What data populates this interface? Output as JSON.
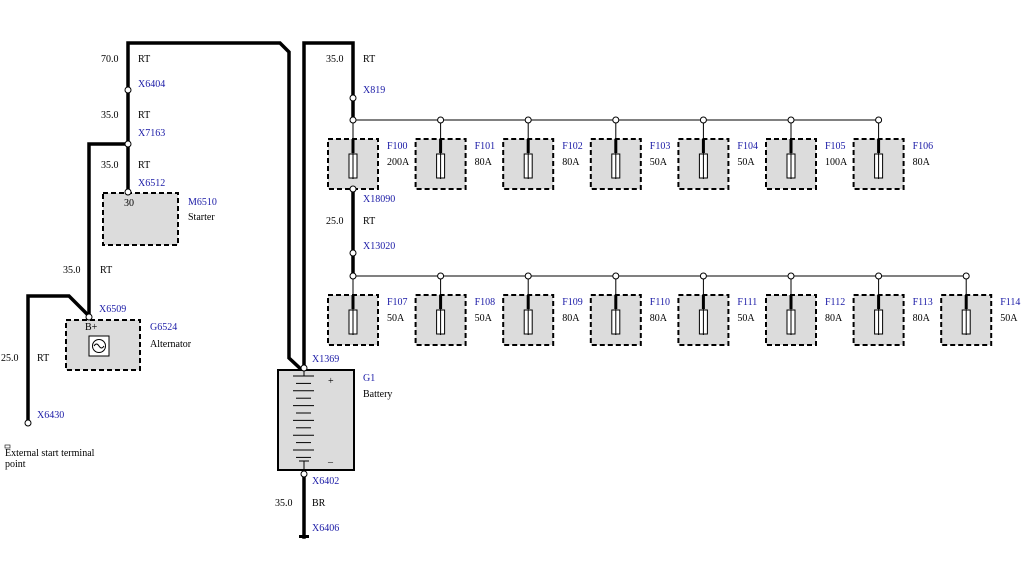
{
  "wires": [
    {
      "id": "w70",
      "gauge": "70.0",
      "color": "RT"
    },
    {
      "id": "w35a",
      "gauge": "35.0",
      "color": "RT"
    },
    {
      "id": "w35b",
      "gauge": "35.0",
      "color": "RT"
    },
    {
      "id": "w35c",
      "gauge": "35.0",
      "color": "RT"
    },
    {
      "id": "w25a",
      "gauge": "25.0",
      "color": "RT"
    },
    {
      "id": "w35d",
      "gauge": "35.0",
      "color": "RT"
    },
    {
      "id": "w25b",
      "gauge": "25.0",
      "color": "RT"
    },
    {
      "id": "w35e",
      "gauge": "35.0",
      "color": "BR"
    }
  ],
  "connectors": {
    "x6404": "X6404",
    "x7163": "X7163",
    "x6512": "X6512",
    "x6509": "X6509",
    "x6430": "X6430",
    "x819": "X819",
    "x18090": "X18090",
    "x13020": "X13020",
    "x1369": "X1369",
    "x6402": "X6402",
    "x6406": "X6406"
  },
  "components": {
    "starter": {
      "code": "M6510",
      "name": "Starter",
      "pin": "30"
    },
    "alternator": {
      "code": "G6524",
      "name": "Alternator",
      "pin": "B+"
    },
    "battery": {
      "code": "G1",
      "name": "Battery",
      "plus": "+",
      "minus": "–"
    },
    "external": {
      "line1": "External start terminal",
      "line2": "point"
    }
  },
  "fuse_rows": [
    [
      {
        "code": "F100",
        "rating": "200A"
      },
      {
        "code": "F101",
        "rating": "80A"
      },
      {
        "code": "F102",
        "rating": "80A"
      },
      {
        "code": "F103",
        "rating": "50A"
      },
      {
        "code": "F104",
        "rating": "50A"
      },
      {
        "code": "F105",
        "rating": "100A"
      },
      {
        "code": "F106",
        "rating": "80A"
      }
    ],
    [
      {
        "code": "F107",
        "rating": "50A"
      },
      {
        "code": "F108",
        "rating": "50A"
      },
      {
        "code": "F109",
        "rating": "80A"
      },
      {
        "code": "F110",
        "rating": "80A"
      },
      {
        "code": "F111",
        "rating": "50A"
      },
      {
        "code": "F112",
        "rating": "80A"
      },
      {
        "code": "F113",
        "rating": "80A"
      },
      {
        "code": "F114",
        "rating": "50A"
      }
    ]
  ]
}
